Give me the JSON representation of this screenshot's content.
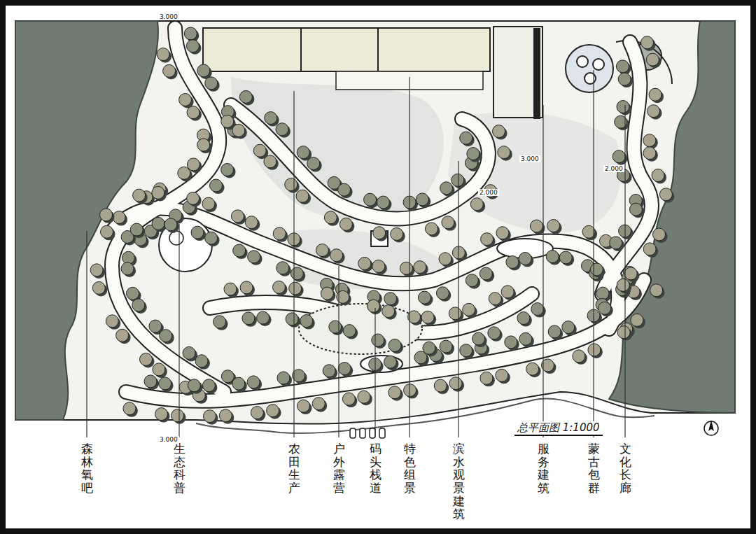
{
  "diagram": {
    "title": "总平面图 1:1000",
    "labels": [
      "森林氧吧",
      "生态科普",
      "农田生产",
      "户外露营",
      "码头栈道",
      "特色组景",
      "滨水观景建筑",
      "服务建筑",
      "蒙古包群",
      "文化长廊",
      "3.000",
      "3.000",
      "3.000",
      "2.000",
      "2.000"
    ]
  }
}
